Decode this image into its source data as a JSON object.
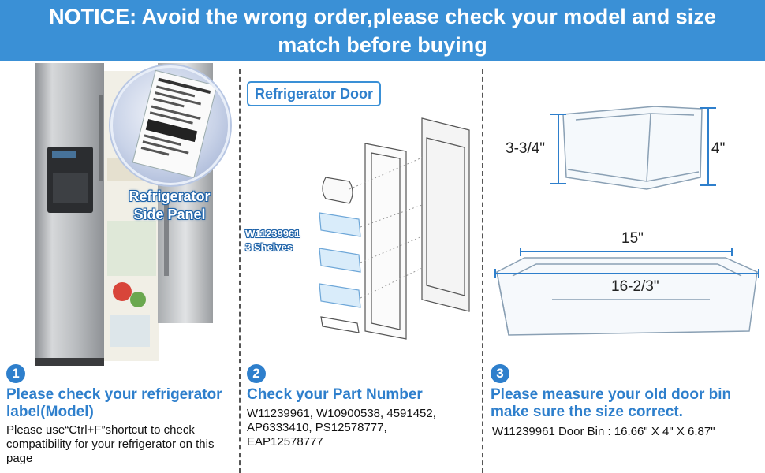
{
  "banner": {
    "line1": "NOTICE: Avoid the wrong order,please check your model and size",
    "line2": "match before buying"
  },
  "panel1": {
    "number": "1",
    "image_label_line1": "Refrigerator",
    "image_label_line2": "Side Panel",
    "heading_line1": "Please check your refrigerator",
    "heading_line2": "label(Model)",
    "body": "Please use“Ctrl+F”shortcut to check compatibility for your refrigerator on this page"
  },
  "panel2": {
    "number": "2",
    "door_label": "Refrigerator Door",
    "part_tag_line1": "W11239961",
    "part_tag_line2": "3 Shelves",
    "heading": "Check your Part Number",
    "body": "W11239961, W10900538, 4591452, AP6333410, PS12578777, EAP12578777"
  },
  "panel3": {
    "number": "3",
    "dim_height_inner": "3-3/4\"",
    "dim_height_outer": "4\"",
    "dim_width_top": "15\"",
    "dim_width_bottom": "16-2/3\"",
    "heading_line1": "Please measure your old door bin",
    "heading_line2": "make sure the size correct.",
    "body": "W11239961 Door Bin : 16.66\" X 4\" X 6.87\""
  },
  "colors": {
    "banner": "#3a90d6",
    "accent": "#2e7fcc",
    "dimension_line": "#2e7fcc"
  }
}
